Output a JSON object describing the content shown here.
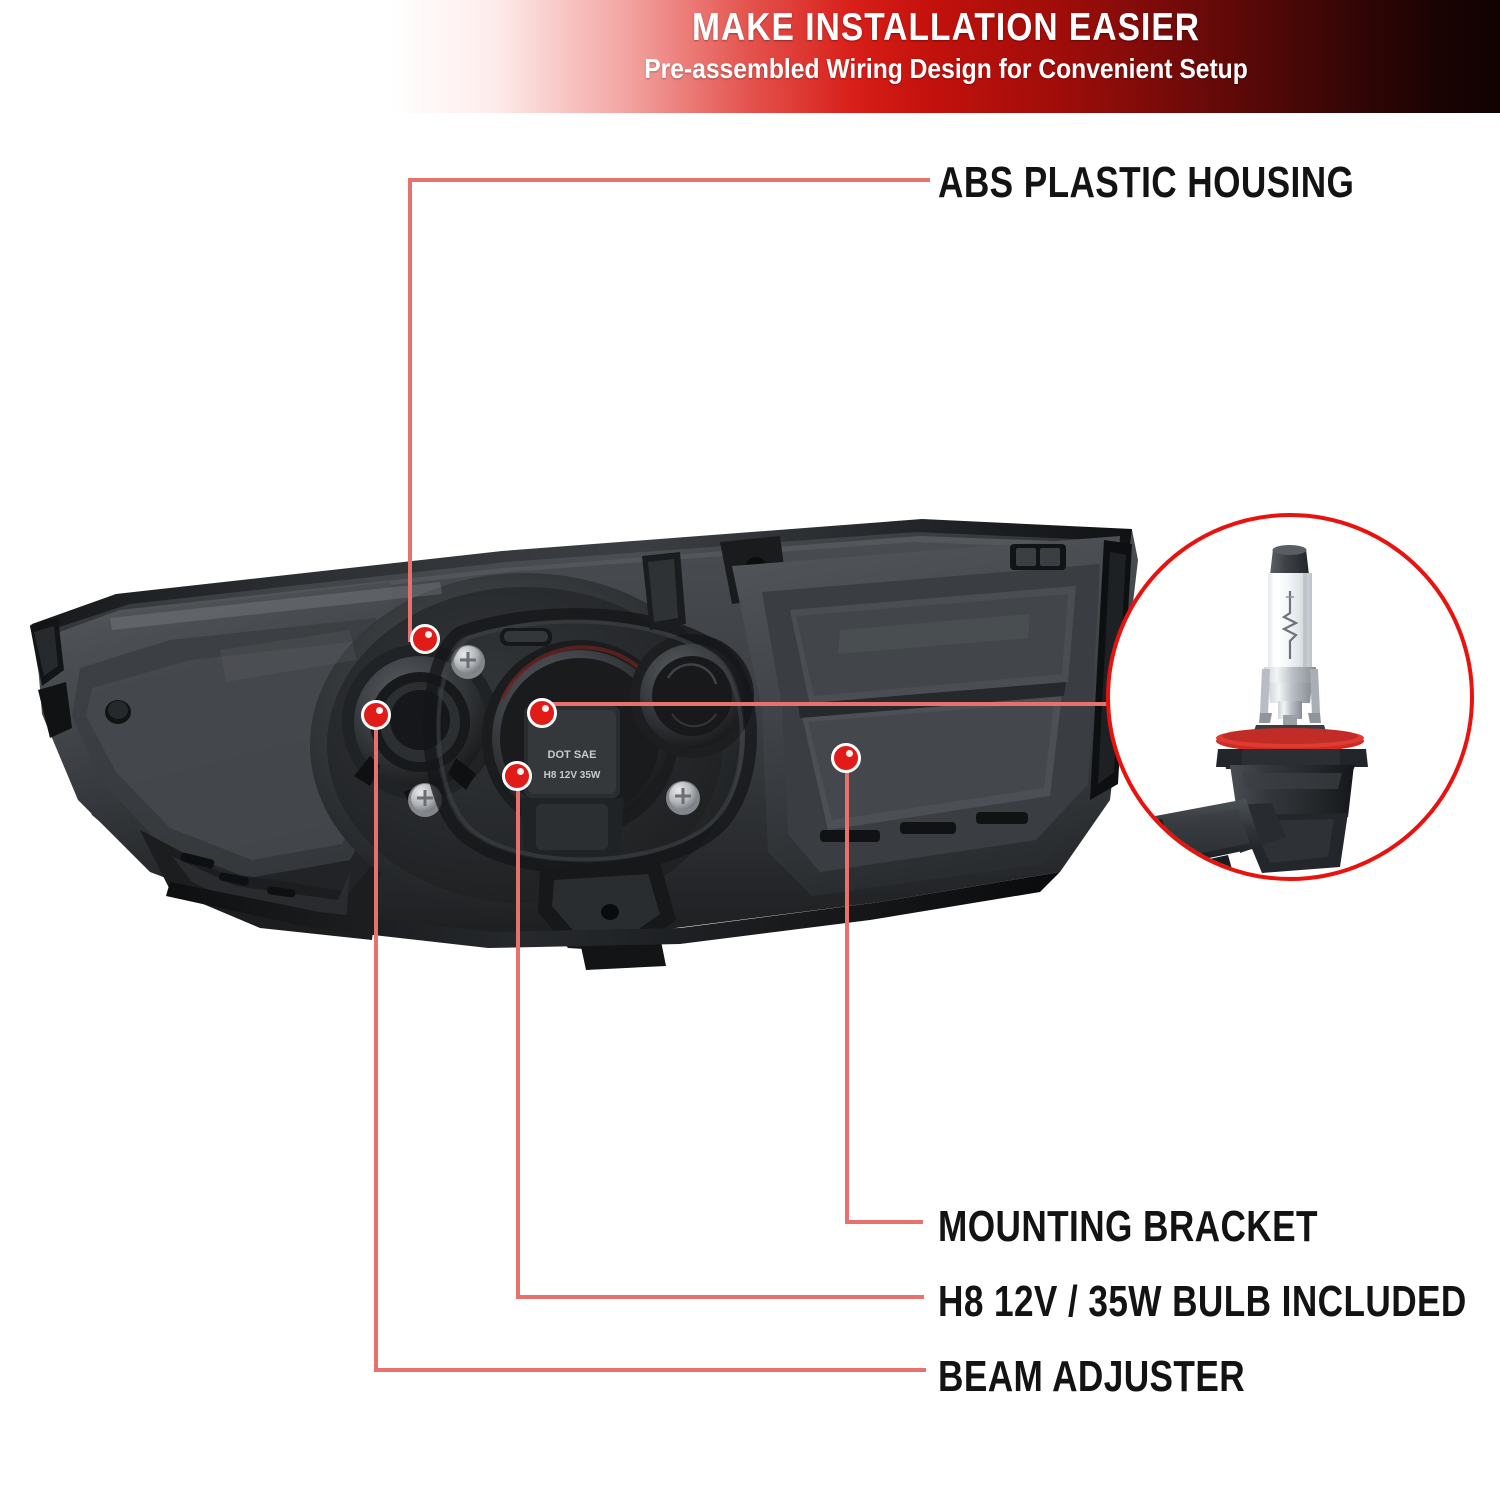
{
  "header": {
    "title": "MAKE INSTALLATION EASIER",
    "subtitle": "Pre-assembled Wiring Design for Convenient Setup",
    "gradient_start": "#ffffff",
    "gradient_mid": "#d81e18",
    "gradient_end": "#120202"
  },
  "callouts": [
    {
      "id": "abs-plastic-housing",
      "label": "ABS PLASTIC HOUSING"
    },
    {
      "id": "mounting-bracket",
      "label": "MOUNTING BRACKET"
    },
    {
      "id": "bulb-included",
      "label": "H8 12V / 35W BULB INCLUDED"
    },
    {
      "id": "beam-adjuster",
      "label": "BEAM ADJUSTER"
    }
  ],
  "product": {
    "name": "headlight-assembly",
    "bulb_cover_marking_line1": "DOT SAE",
    "bulb_cover_marking_line2": "H8 12V 35W"
  },
  "inset": {
    "name": "halogen-bulb-detail",
    "ring_color": "#e8120e"
  },
  "colors": {
    "leader_line": "#e8716d",
    "dot_fill": "#e01b18",
    "dot_ring": "#ffffff",
    "label_text": "#131313",
    "housing_dark": "#2a2c2e",
    "housing_mid": "#43464a",
    "housing_light": "#5d6165"
  }
}
